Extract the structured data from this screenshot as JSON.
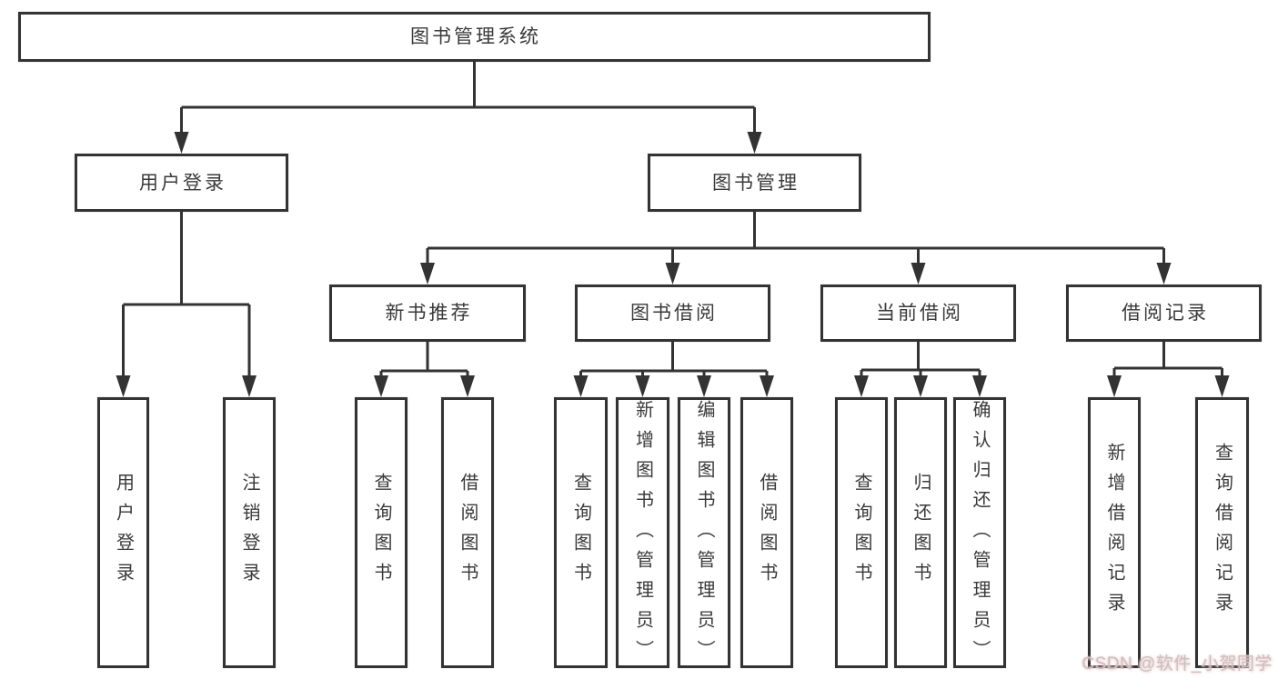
{
  "diagram_title": "图书管理系统",
  "nodes": {
    "root": {
      "label": "图书管理系统"
    },
    "level2": [
      {
        "label": "用户登录"
      },
      {
        "label": "图书管理"
      }
    ],
    "level3": [
      {
        "label": "新书推荐"
      },
      {
        "label": "图书借阅"
      },
      {
        "label": "当前借阅"
      },
      {
        "label": "借阅记录"
      }
    ],
    "leaves": {
      "user_login": [
        {
          "label": "用户登录"
        },
        {
          "label": "注销登录"
        }
      ],
      "new_book": [
        {
          "label": "查询图书"
        },
        {
          "label": "借阅图书"
        }
      ],
      "book_borrow": [
        {
          "label": "查询图书"
        },
        {
          "label": "新增图书（管理员）"
        },
        {
          "label": "编辑图书（管理员）"
        },
        {
          "label": "借阅图书"
        }
      ],
      "current_borrow": [
        {
          "label": "查询图书"
        },
        {
          "label": "归还图书"
        },
        {
          "label": "确认归还（管理员）"
        }
      ],
      "borrow_records": [
        {
          "label": "新增借阅记录"
        },
        {
          "label": "查询借阅记录"
        }
      ]
    }
  },
  "watermark": {
    "text": "CSDN @软件_小贺同学"
  },
  "colors": {
    "line": "#333333",
    "box_border": "#333333",
    "text": "#3a3a3a",
    "background": "#ffffff",
    "watermark": "#c3c3c3",
    "watermark_tint": "#f7caca"
  }
}
